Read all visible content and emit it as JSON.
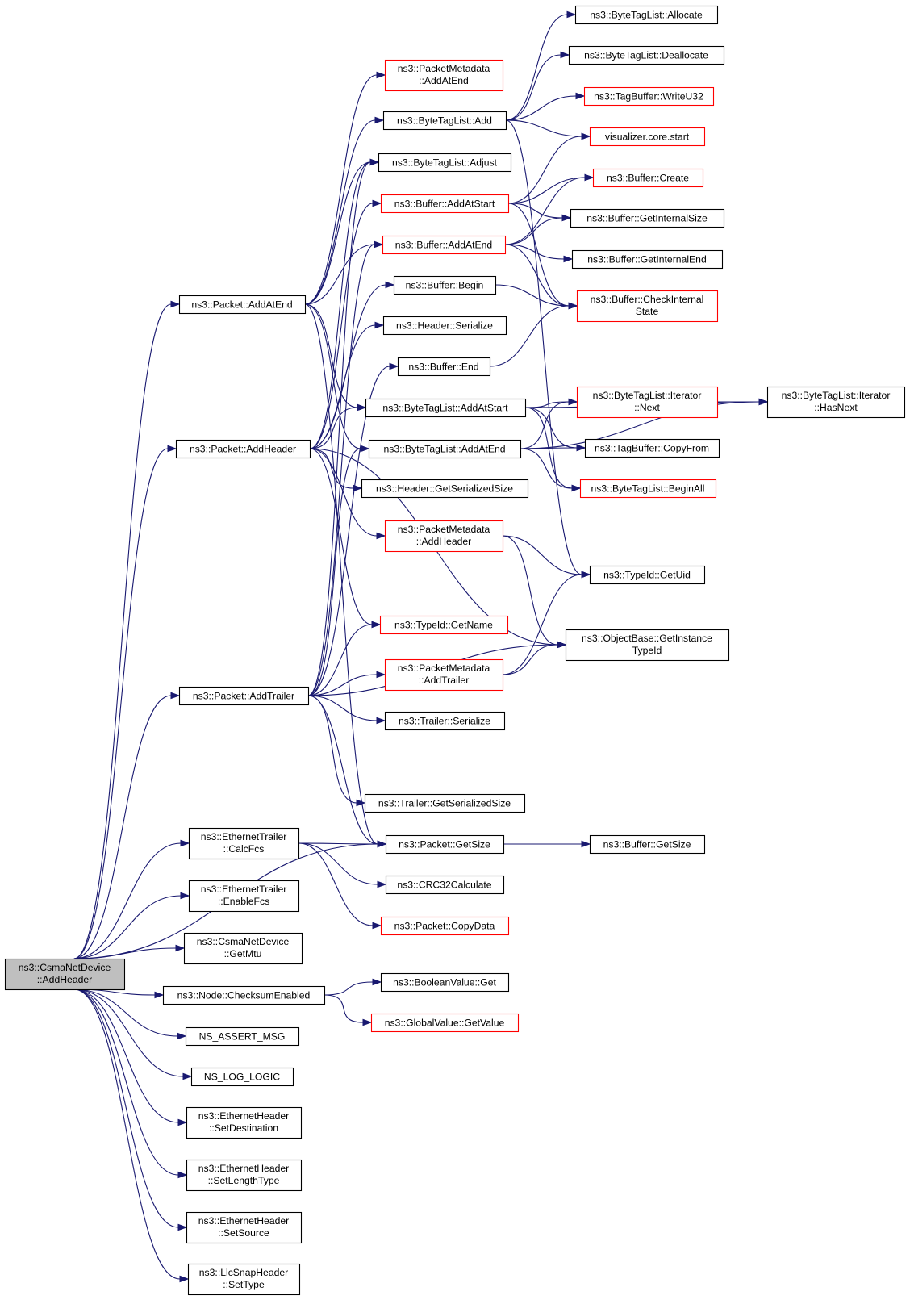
{
  "colors": {
    "edge": "#191970",
    "border_default": "#000000",
    "border_truncated": "#ff0000",
    "root_fill": "#bfbfbf",
    "node_fill": "#ffffff"
  },
  "nodes": {
    "root": {
      "lines": [
        "ns3::CsmaNetDevice",
        "::AddHeader"
      ],
      "style": "root"
    },
    "pkt_addatend": {
      "lines": [
        "ns3::Packet::AddAtEnd"
      ],
      "style": "normal"
    },
    "pkt_addheader": {
      "lines": [
        "ns3::Packet::AddHeader"
      ],
      "style": "normal"
    },
    "pkt_addtrailer": {
      "lines": [
        "ns3::Packet::AddTrailer"
      ],
      "style": "normal"
    },
    "eth_calcfcs": {
      "lines": [
        "ns3::EthernetTrailer",
        "::CalcFcs"
      ],
      "style": "normal"
    },
    "eth_enablefcs": {
      "lines": [
        "ns3::EthernetTrailer",
        "::EnableFcs"
      ],
      "style": "normal"
    },
    "csma_getmtu": {
      "lines": [
        "ns3::CsmaNetDevice",
        "::GetMtu"
      ],
      "style": "normal"
    },
    "node_checksum": {
      "lines": [
        "ns3::Node::ChecksumEnabled"
      ],
      "style": "normal"
    },
    "ns_assert": {
      "lines": [
        "NS_ASSERT_MSG"
      ],
      "style": "normal"
    },
    "ns_log": {
      "lines": [
        "NS_LOG_LOGIC"
      ],
      "style": "normal"
    },
    "ethh_setdest": {
      "lines": [
        "ns3::EthernetHeader",
        "::SetDestination"
      ],
      "style": "normal"
    },
    "ethh_setlen": {
      "lines": [
        "ns3::EthernetHeader",
        "::SetLengthType"
      ],
      "style": "normal"
    },
    "ethh_setsrc": {
      "lines": [
        "ns3::EthernetHeader",
        "::SetSource"
      ],
      "style": "normal"
    },
    "llc_settype": {
      "lines": [
        "ns3::LlcSnapHeader",
        "::SetType"
      ],
      "style": "normal"
    },
    "pm_addatend": {
      "lines": [
        "ns3::PacketMetadata",
        "::AddAtEnd"
      ],
      "style": "truncated"
    },
    "btl_add": {
      "lines": [
        "ns3::ByteTagList::Add"
      ],
      "style": "normal"
    },
    "btl_adjust": {
      "lines": [
        "ns3::ByteTagList::Adjust"
      ],
      "style": "normal"
    },
    "buf_addatstart": {
      "lines": [
        "ns3::Buffer::AddAtStart"
      ],
      "style": "truncated"
    },
    "buf_addatend": {
      "lines": [
        "ns3::Buffer::AddAtEnd"
      ],
      "style": "truncated"
    },
    "buf_begin": {
      "lines": [
        "ns3::Buffer::Begin"
      ],
      "style": "normal"
    },
    "hdr_serialize": {
      "lines": [
        "ns3::Header::Serialize"
      ],
      "style": "normal"
    },
    "buf_end": {
      "lines": [
        "ns3::Buffer::End"
      ],
      "style": "normal"
    },
    "btl_addatstart": {
      "lines": [
        "ns3::ByteTagList::AddAtStart"
      ],
      "style": "normal"
    },
    "btl_addatend": {
      "lines": [
        "ns3::ByteTagList::AddAtEnd"
      ],
      "style": "normal"
    },
    "hdr_getsersize": {
      "lines": [
        "ns3::Header::GetSerializedSize"
      ],
      "style": "normal"
    },
    "pm_addheader": {
      "lines": [
        "ns3::PacketMetadata",
        "::AddHeader"
      ],
      "style": "truncated"
    },
    "typeid_getname": {
      "lines": [
        "ns3::TypeId::GetName"
      ],
      "style": "truncated"
    },
    "pm_addtrailer": {
      "lines": [
        "ns3::PacketMetadata",
        "::AddTrailer"
      ],
      "style": "truncated"
    },
    "trl_serialize": {
      "lines": [
        "ns3::Trailer::Serialize"
      ],
      "style": "normal"
    },
    "trl_getsersize": {
      "lines": [
        "ns3::Trailer::GetSerializedSize"
      ],
      "style": "normal"
    },
    "pkt_getsize": {
      "lines": [
        "ns3::Packet::GetSize"
      ],
      "style": "normal"
    },
    "crc32": {
      "lines": [
        "ns3::CRC32Calculate"
      ],
      "style": "normal"
    },
    "pkt_copydata": {
      "lines": [
        "ns3::Packet::CopyData"
      ],
      "style": "truncated"
    },
    "bool_get": {
      "lines": [
        "ns3::BooleanValue::Get"
      ],
      "style": "normal"
    },
    "gv_getvalue": {
      "lines": [
        "ns3::GlobalValue::GetValue"
      ],
      "style": "truncated"
    },
    "btl_allocate": {
      "lines": [
        "ns3::ByteTagList::Allocate"
      ],
      "style": "normal"
    },
    "btl_deallocate": {
      "lines": [
        "ns3::ByteTagList::Deallocate"
      ],
      "style": "normal"
    },
    "tb_writeu32": {
      "lines": [
        "ns3::TagBuffer::WriteU32"
      ],
      "style": "truncated"
    },
    "vis_start": {
      "lines": [
        "visualizer.core.start"
      ],
      "style": "truncated"
    },
    "buf_create": {
      "lines": [
        "ns3::Buffer::Create"
      ],
      "style": "truncated"
    },
    "buf_getintsize": {
      "lines": [
        "ns3::Buffer::GetInternalSize"
      ],
      "style": "normal"
    },
    "buf_getintend": {
      "lines": [
        "ns3::Buffer::GetInternalEnd"
      ],
      "style": "normal"
    },
    "buf_checkint": {
      "lines": [
        "ns3::Buffer::CheckInternal",
        "State"
      ],
      "style": "truncated"
    },
    "btli_next": {
      "lines": [
        "ns3::ByteTagList::Iterator",
        "::Next"
      ],
      "style": "truncated"
    },
    "tb_copyfrom": {
      "lines": [
        "ns3::TagBuffer::CopyFrom"
      ],
      "style": "normal"
    },
    "btl_beginall": {
      "lines": [
        "ns3::ByteTagList::BeginAll"
      ],
      "style": "truncated"
    },
    "typeid_getuid": {
      "lines": [
        "ns3::TypeId::GetUid"
      ],
      "style": "normal"
    },
    "ob_getinsttypeid": {
      "lines": [
        "ns3::ObjectBase::GetInstance",
        "TypeId"
      ],
      "style": "normal"
    },
    "buf_getsize": {
      "lines": [
        "ns3::Buffer::GetSize"
      ],
      "style": "normal"
    },
    "btli_hasnext": {
      "lines": [
        "ns3::ByteTagList::Iterator",
        "::HasNext"
      ],
      "style": "normal"
    }
  },
  "edges": [
    [
      "root",
      "pkt_addatend"
    ],
    [
      "root",
      "pkt_addheader"
    ],
    [
      "root",
      "pkt_addtrailer"
    ],
    [
      "root",
      "pkt_getsize"
    ],
    [
      "root",
      "eth_calcfcs"
    ],
    [
      "root",
      "eth_enablefcs"
    ],
    [
      "root",
      "csma_getmtu"
    ],
    [
      "root",
      "node_checksum"
    ],
    [
      "root",
      "ns_assert"
    ],
    [
      "root",
      "ns_log"
    ],
    [
      "root",
      "ethh_setdest"
    ],
    [
      "root",
      "ethh_setlen"
    ],
    [
      "root",
      "ethh_setsrc"
    ],
    [
      "root",
      "llc_settype"
    ],
    [
      "pkt_addatend",
      "pm_addatend"
    ],
    [
      "pkt_addatend",
      "btl_add"
    ],
    [
      "pkt_addatend",
      "btl_adjust"
    ],
    [
      "pkt_addatend",
      "buf_addatend"
    ],
    [
      "pkt_addatend",
      "btl_addatstart"
    ],
    [
      "pkt_addatend",
      "btl_addatend"
    ],
    [
      "pkt_addatend",
      "pkt_getsize"
    ],
    [
      "pkt_addheader",
      "btl_adjust"
    ],
    [
      "pkt_addheader",
      "buf_addatstart"
    ],
    [
      "pkt_addheader",
      "buf_begin"
    ],
    [
      "pkt_addheader",
      "hdr_serialize"
    ],
    [
      "pkt_addheader",
      "btl_addatstart"
    ],
    [
      "pkt_addheader",
      "hdr_getsersize"
    ],
    [
      "pkt_addheader",
      "pm_addheader"
    ],
    [
      "pkt_addheader",
      "typeid_getname"
    ],
    [
      "pkt_addheader",
      "ob_getinsttypeid"
    ],
    [
      "pkt_addtrailer",
      "btl_adjust"
    ],
    [
      "pkt_addtrailer",
      "buf_addatend"
    ],
    [
      "pkt_addtrailer",
      "buf_end"
    ],
    [
      "pkt_addtrailer",
      "btl_addatend"
    ],
    [
      "pkt_addtrailer",
      "typeid_getname"
    ],
    [
      "pkt_addtrailer",
      "pm_addtrailer"
    ],
    [
      "pkt_addtrailer",
      "trl_serialize"
    ],
    [
      "pkt_addtrailer",
      "trl_getsersize"
    ],
    [
      "pkt_addtrailer",
      "pkt_getsize"
    ],
    [
      "pkt_addtrailer",
      "ob_getinsttypeid"
    ],
    [
      "eth_calcfcs",
      "pkt_getsize"
    ],
    [
      "eth_calcfcs",
      "crc32"
    ],
    [
      "eth_calcfcs",
      "pkt_copydata"
    ],
    [
      "node_checksum",
      "bool_get"
    ],
    [
      "node_checksum",
      "gv_getvalue"
    ],
    [
      "btl_add",
      "btl_allocate"
    ],
    [
      "btl_add",
      "btl_deallocate"
    ],
    [
      "btl_add",
      "tb_writeu32"
    ],
    [
      "btl_add",
      "vis_start"
    ],
    [
      "btl_add",
      "typeid_getuid"
    ],
    [
      "buf_addatstart",
      "vis_start"
    ],
    [
      "buf_addatstart",
      "buf_create"
    ],
    [
      "buf_addatstart",
      "buf_getintsize"
    ],
    [
      "buf_addatstart",
      "buf_checkint"
    ],
    [
      "buf_addatend",
      "buf_create"
    ],
    [
      "buf_addatend",
      "buf_getintsize"
    ],
    [
      "buf_addatend",
      "buf_getintend"
    ],
    [
      "buf_addatend",
      "buf_checkint"
    ],
    [
      "buf_begin",
      "buf_checkint"
    ],
    [
      "buf_end",
      "buf_checkint"
    ],
    [
      "btl_addatstart",
      "btli_next"
    ],
    [
      "btl_addatstart",
      "tb_copyfrom"
    ],
    [
      "btl_addatstart",
      "btl_beginall"
    ],
    [
      "btl_addatstart",
      "btli_hasnext"
    ],
    [
      "btl_addatend",
      "btli_next"
    ],
    [
      "btl_addatend",
      "tb_copyfrom"
    ],
    [
      "btl_addatend",
      "btl_beginall"
    ],
    [
      "btl_addatend",
      "btli_hasnext"
    ],
    [
      "pm_addheader",
      "typeid_getuid"
    ],
    [
      "pm_addheader",
      "ob_getinsttypeid"
    ],
    [
      "pm_addtrailer",
      "typeid_getuid"
    ],
    [
      "pm_addtrailer",
      "ob_getinsttypeid"
    ],
    [
      "btli_next",
      "btli_hasnext"
    ],
    [
      "pkt_getsize",
      "buf_getsize"
    ]
  ]
}
